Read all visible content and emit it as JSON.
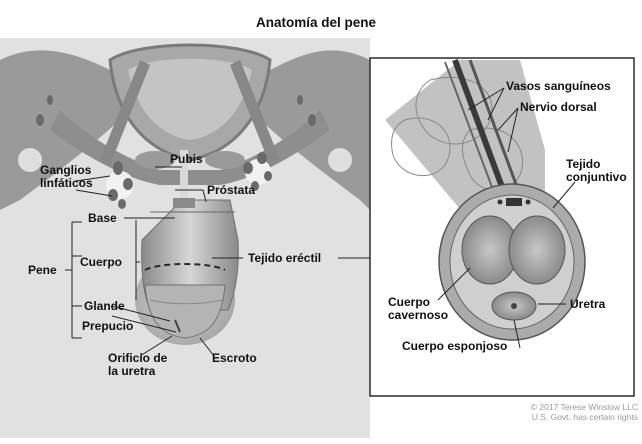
{
  "title": "Anatomía del pene",
  "anatomy_labels": {
    "pubis": "Pubis",
    "ganglios": "Ganglios\nlinfáticos",
    "prostata": "Próstata",
    "base": "Base",
    "cuerpo": "Cuerpo",
    "pene": "Pene",
    "glande": "Glande",
    "prepucio": "Prepucio",
    "orificio": "Orificio de\nla uretra",
    "escroto": "Escroto",
    "tejido_erectil": "Tejido eréctil"
  },
  "cross_section_labels": {
    "vasos": "Vasos sanguíneos",
    "nervio": "Nervio dorsal",
    "tejido_conjuntivo": "Tejido\nconjuntivo",
    "cuerpo_cavernoso": "Cuerpo\ncavernoso",
    "uretra": "Uretra",
    "cuerpo_esponjoso": "Cuerpo esponjoso"
  },
  "credit": {
    "line1": "© 2017 Terese Winslow LLC",
    "line2": "U.S. Govt. has certain rights"
  }
}
